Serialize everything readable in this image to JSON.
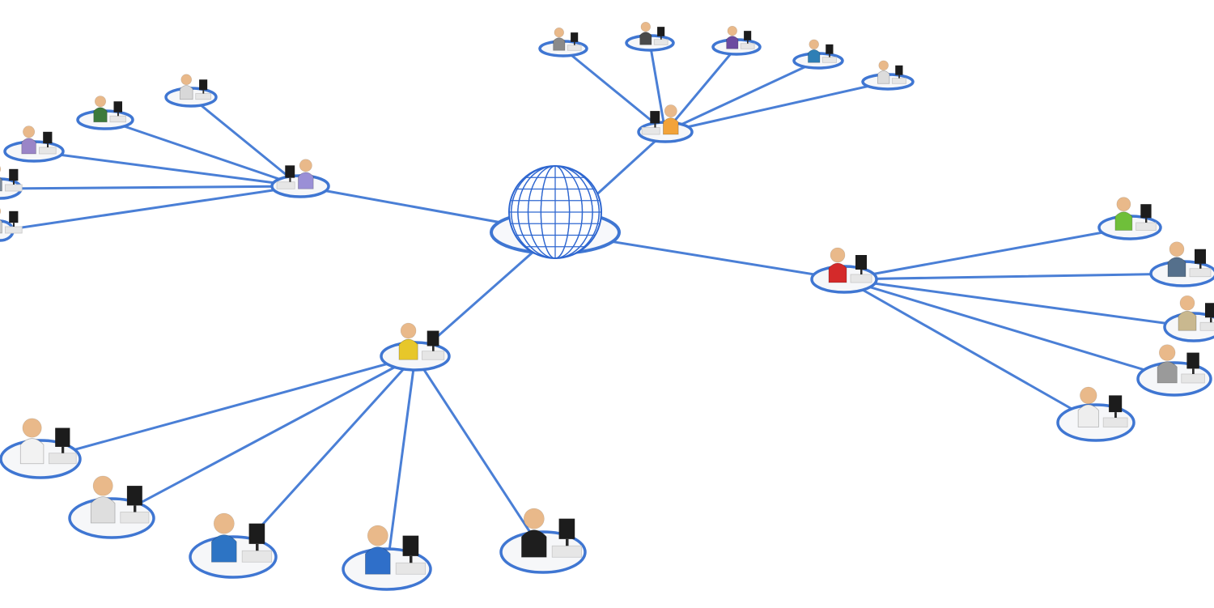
{
  "scene": {
    "description_visible_text": "",
    "colors": {
      "background": "#ffffff",
      "link": "#4a7fd6",
      "ring": "#3f76d2",
      "ring_fill": "#f6f7f9",
      "globe_grid": "#2f67d0",
      "skin": "#e9b98a",
      "monitor": "#1c1c1c",
      "desk": "#e6e6e6"
    },
    "hub": {
      "name": "globe",
      "icon": "globe-icon"
    },
    "groups": [
      {
        "name": "group-upper-left",
        "hub_shirt": "#9a8fd6",
        "members": [
          "#d8d8d8",
          "#3c7a3c",
          "#9a85c7",
          "#7d8a99",
          "#c9c9c9"
        ]
      },
      {
        "name": "group-top",
        "hub_shirt": "#f2a33a",
        "members": [
          "#8a8a8a",
          "#4a4a4a",
          "#6b4aa0",
          "#2f7fb5",
          "#dcdcdc"
        ]
      },
      {
        "name": "group-right",
        "hub_shirt": "#d42a2a",
        "members": [
          "#6fbf3a",
          "#55708c",
          "#c9b88f",
          "#9a9a9a",
          "#eeeeee"
        ]
      },
      {
        "name": "group-bottom",
        "hub_shirt": "#e7c72a",
        "members": [
          "#f2f2f2",
          "#dedede",
          "#2d74c4",
          "#2f6fc9",
          "#1e1e1e"
        ]
      }
    ]
  }
}
